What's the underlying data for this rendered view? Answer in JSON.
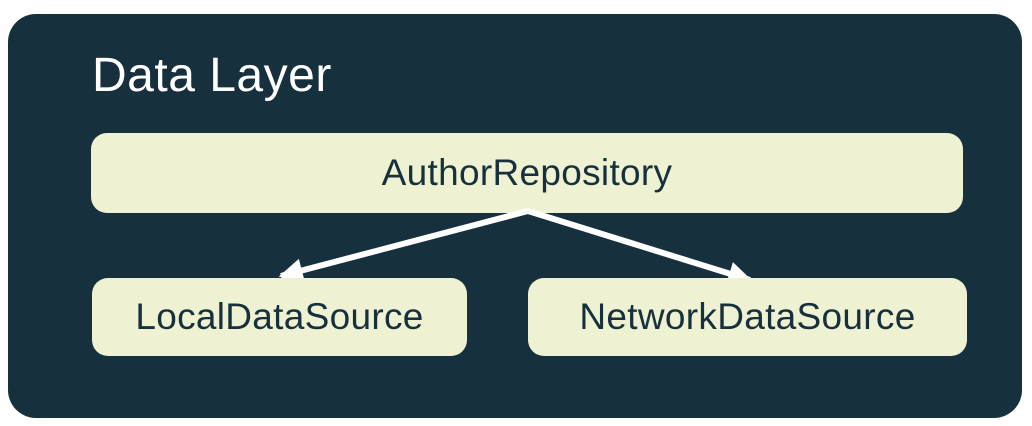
{
  "diagram": {
    "title": "Data Layer",
    "nodes": [
      {
        "id": "repository",
        "label": "AuthorRepository"
      },
      {
        "id": "local",
        "label": "LocalDataSource"
      },
      {
        "id": "network",
        "label": "NetworkDataSource"
      }
    ],
    "edges": [
      {
        "from": "AuthorRepository",
        "to": "LocalDataSource",
        "style": "arrow"
      },
      {
        "from": "AuthorRepository",
        "to": "NetworkDataSource",
        "style": "arrow"
      }
    ],
    "colors": {
      "page_bg": "#FFFFFF",
      "container_bg": "#17303D",
      "node_bg": "#EEF2D2",
      "node_text": "#17303D",
      "title_text": "#FFFFFF",
      "arrow": "#FFFFFF"
    }
  }
}
